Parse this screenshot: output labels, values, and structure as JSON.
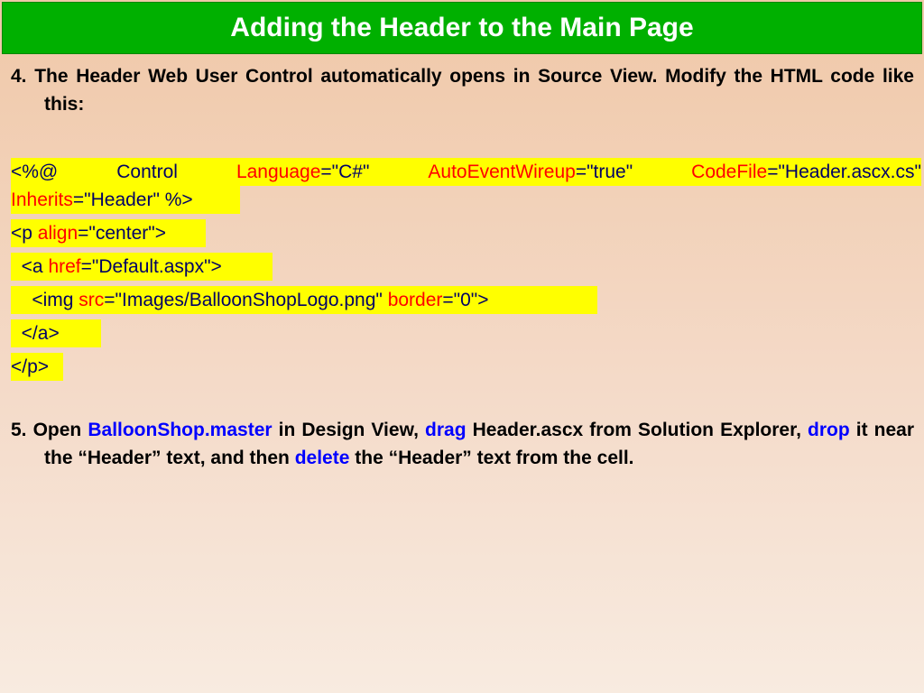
{
  "title": "Adding the Header to the Main Page",
  "step4": {
    "number": "4.",
    "text": "The Header Web User Control automatically opens in Source View. Modify the HTML code like this:"
  },
  "code": {
    "line1": {
      "open": "<%@",
      "directive": "Control",
      "attr1": "Language",
      "val1": "=\"C#\"",
      "attr2": "AutoEventWireup",
      "val2": "=\"true\"",
      "attr3": "CodeFile",
      "val3": "=\"Header.ascx.cs\""
    },
    "line2": {
      "attr": "Inherits",
      "rest": "=\"Header\" %>"
    },
    "line3": {
      "open": "<p ",
      "attr": "align",
      "rest": "=\"center\">"
    },
    "line4": {
      "open": "  <a ",
      "attr": "href",
      "rest": "=\"Default.aspx\">"
    },
    "line5": {
      "open": "    <img ",
      "attr1": "src",
      "val1": "=\"Images/BalloonShopLogo.png\" ",
      "attr2": "border",
      "val2": "=\"0\">"
    },
    "line6": {
      "text": "  </a>"
    },
    "line7": {
      "text": "</p>"
    }
  },
  "step5": {
    "number": "5.",
    "p1": "Open ",
    "k1": "BalloonShop.master",
    "p2": " in Design View, ",
    "k2": "drag",
    "p3": " Header.ascx from Solution Explorer, ",
    "k3": "drop",
    "p4": " it near the “Header” text, and then ",
    "k4": "delete",
    "p5": " the “Header” text from the cell."
  }
}
